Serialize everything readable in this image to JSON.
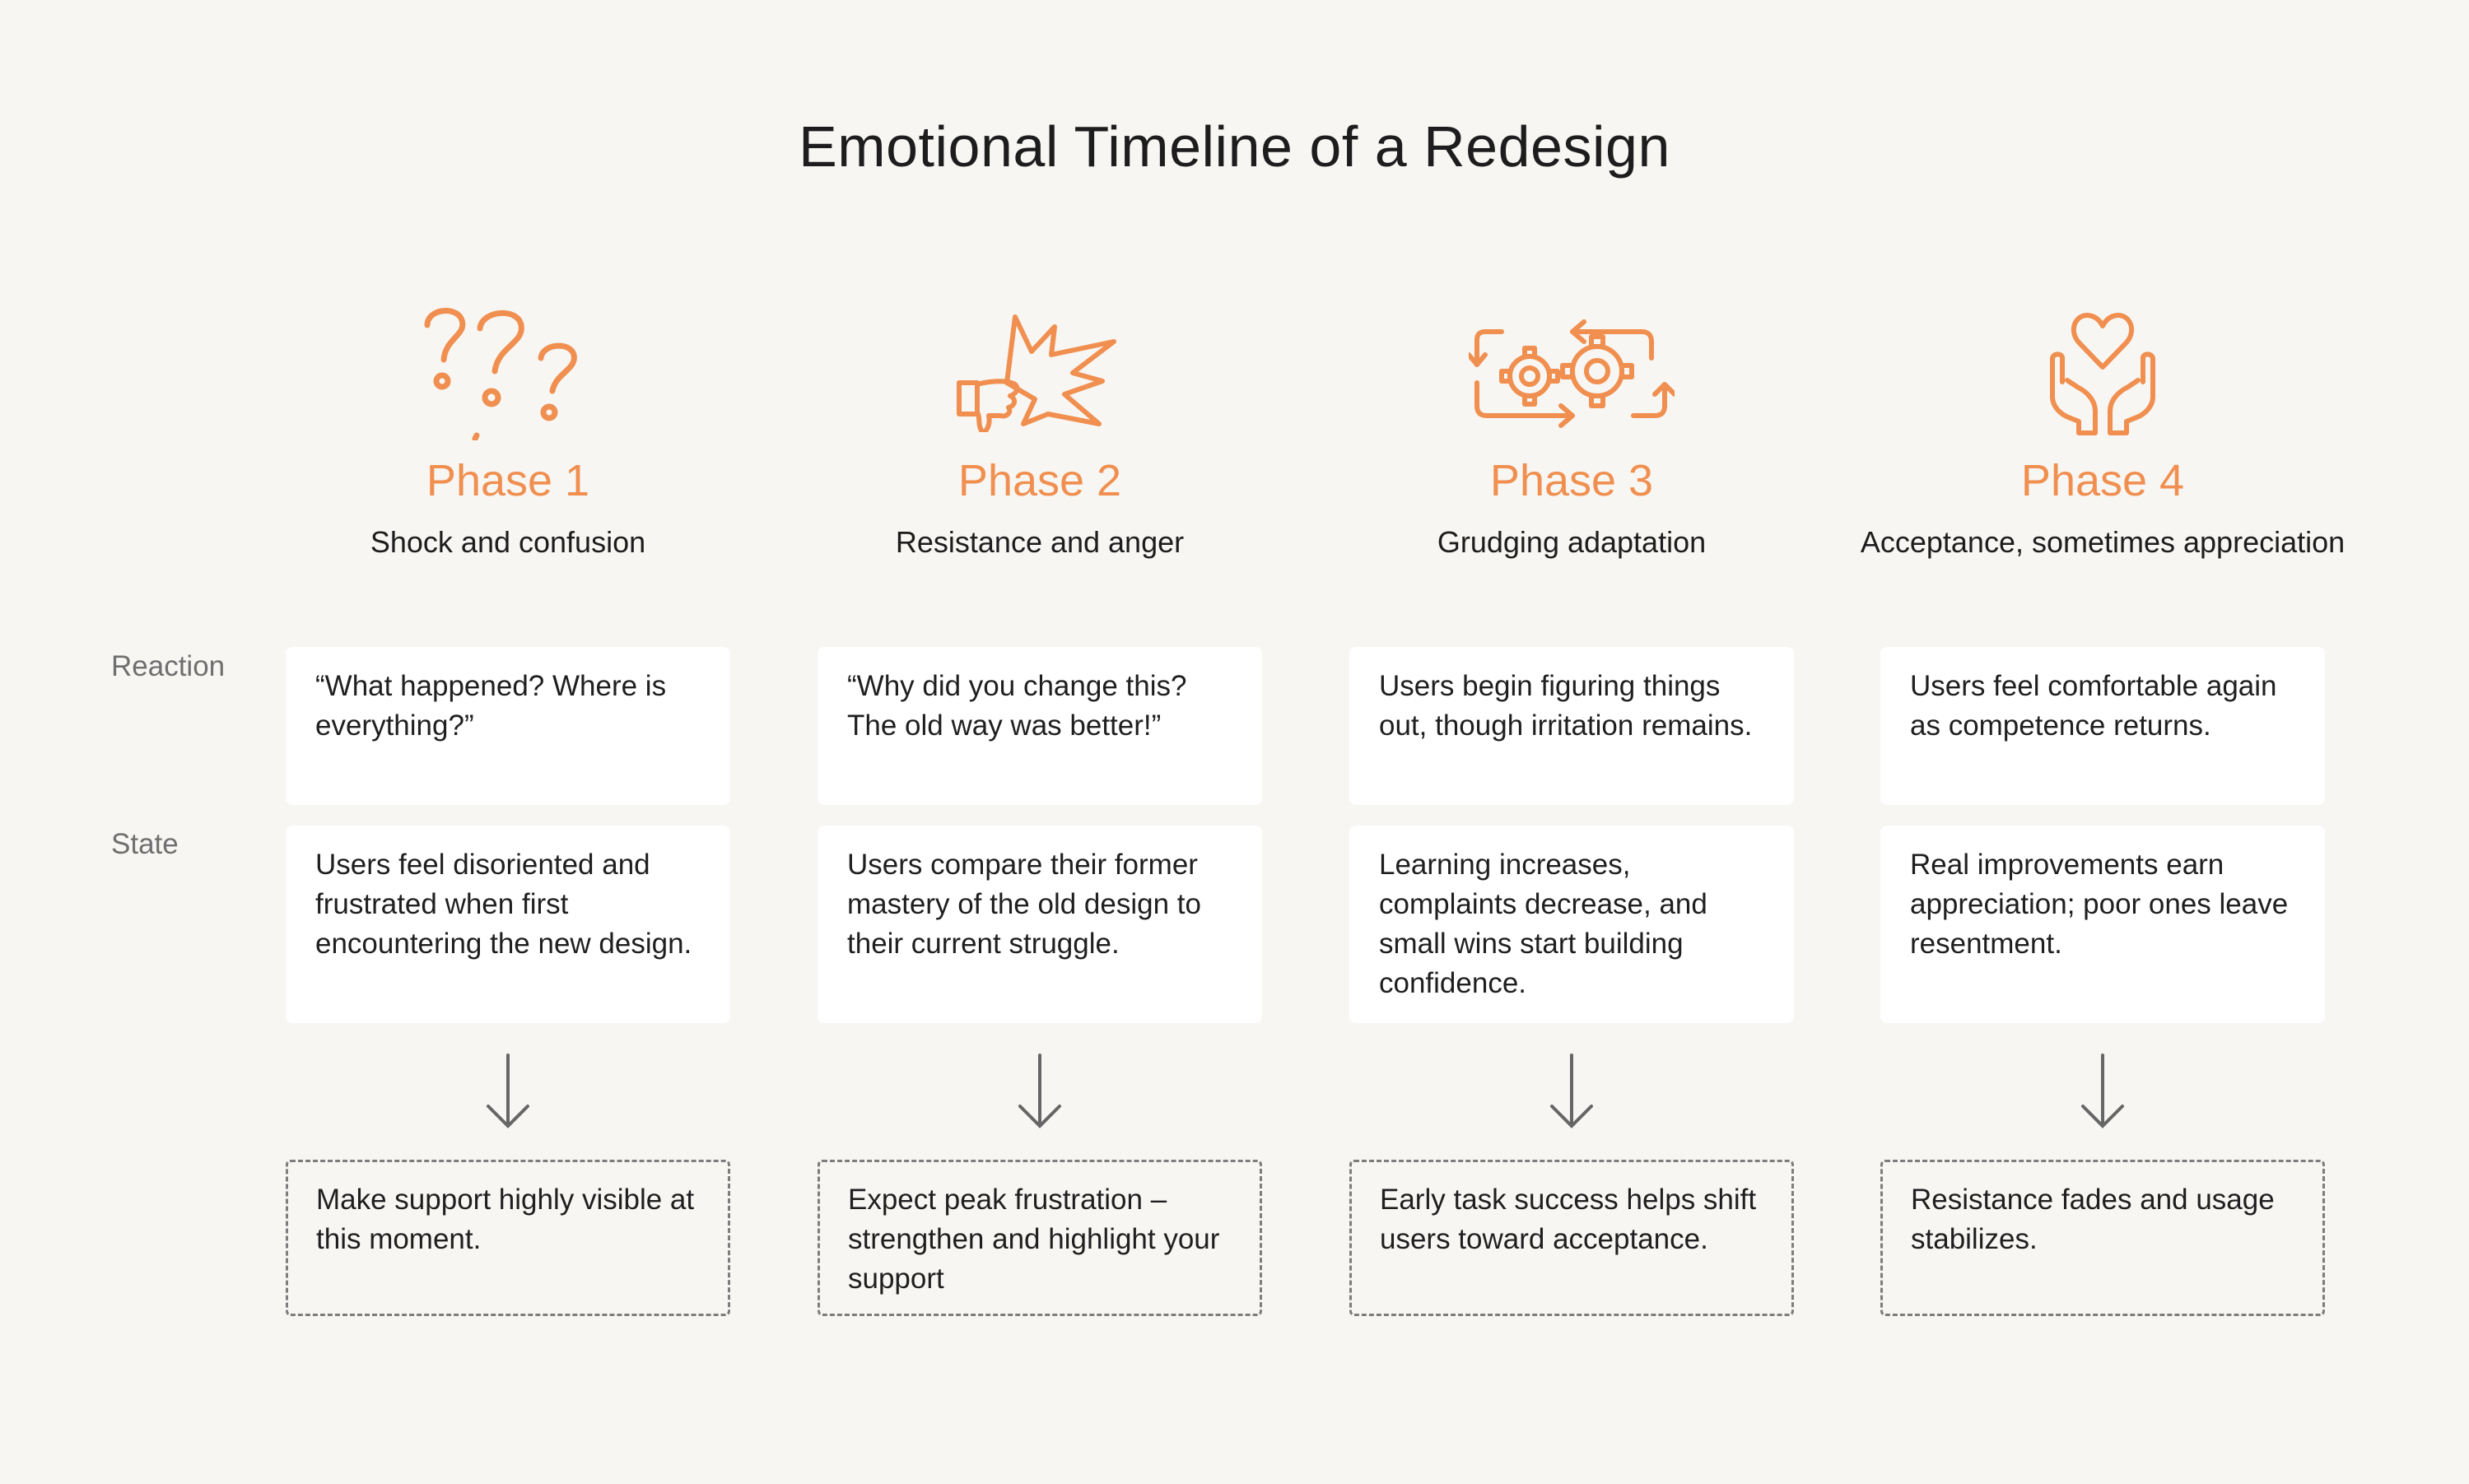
{
  "title": "Emotional Timeline of a Redesign",
  "row_labels": {
    "reaction": "Reaction",
    "state": "State"
  },
  "accent_color": "#f08f4f",
  "phases": [
    {
      "label": "Phase 1",
      "subtitle": "Shock and confusion",
      "icon": "question-marks-icon",
      "reaction": "“What happened? Where is everything?”",
      "state": "Users feel disoriented and frustrated when first encountering the new design.",
      "tip": "Make support highly visible at this moment."
    },
    {
      "label": "Phase 2",
      "subtitle": "Resistance and anger",
      "icon": "thumbs-down-burst-icon",
      "reaction": "“Why did you change this? The old way was better!”",
      "state": "Users compare their former mastery of the old design to their current struggle.",
      "tip": "Expect peak frustration – strengthen and highlight your support"
    },
    {
      "label": "Phase 3",
      "subtitle": "Grudging adaptation",
      "icon": "gears-cycle-icon",
      "reaction": "Users begin figuring things out, though irritation remains.",
      "state": "Learning increases, complaints decrease, and small wins start building confidence.",
      "tip": "Early task success helps shift users toward acceptance."
    },
    {
      "label": "Phase 4",
      "subtitle": "Acceptance, sometimes appreciation",
      "icon": "heart-hands-icon",
      "reaction": "Users feel comfortable again as competence returns.",
      "state": "Real improvements earn appreciation; poor ones leave resentment.",
      "tip": "Resistance fades and usage stabilizes."
    }
  ]
}
